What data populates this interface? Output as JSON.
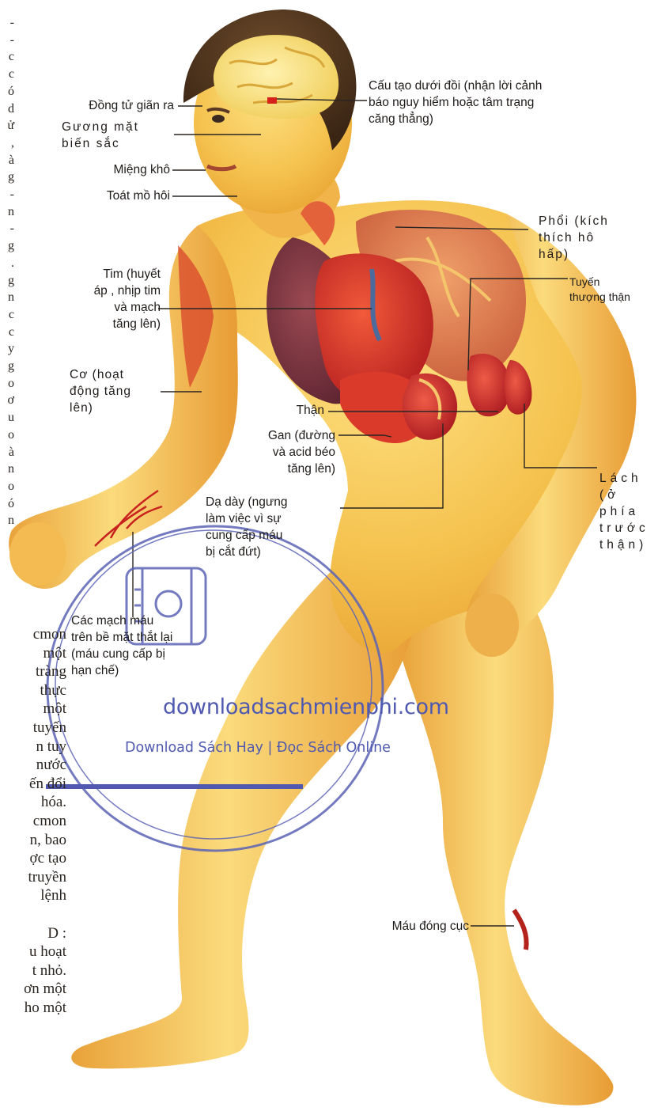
{
  "labels": {
    "pupils": "Đồng tử giãn ra",
    "face": "Gương mặt\nbiến sắc",
    "mouth": "Miệng khô",
    "sweat": "Toát mồ hôi",
    "hypothalamus": "Cấu tạo dưới đồi (nhận lời cảnh\nbáo nguy hiểm hoặc tâm trạng\ncăng thẳng)",
    "lungs": "Phổi (kích\nthích hô\nhấp)",
    "adrenal": "Tuyến\nthượng thận",
    "heart": "Tim (huyết\náp , nhịp tim\nvà mạch\ntăng lên)",
    "muscles": "Cơ (hoạt\nđộng tăng\nlên)",
    "kidney": "Thận",
    "liver": "Gan (đường\nvà acid béo\ntăng lên)",
    "stomach": "Dạ dày (ngưng\nlàm việc vì sự\ncung cấp máu\nbị cắt đứt)",
    "spleen": "Lách (ở\nphía\ntrước\nthận)",
    "vessels": "Các mạch máu\ntrên bề mặt thắt lại\n(máu cung cấp bị\nhạn chế)",
    "clot": "Máu đóng cục"
  },
  "background_text": {
    "edge_letters": "-\n-\nc\nc\nó\nd\nử\n,\nà\ng\n-\nn\n-\ng\n.\ng\nn\nc\nc\ny\ng\no\nơ\nu\no\nà\nn\no\nó\nn",
    "lines": "cmon\nmột\ntràng\nthực\nmột\ntuyến\nn tuy\nnước\nến đổi\nhóa.\ncmon\nn, bao\nợc tạo\ntruyền\nlệnh\n\nD :\nu hoạt\nt nhỏ.\nơn một\nho một"
  },
  "watermark": {
    "url": "downloadsachmienphi.com",
    "tagline": "Download Sách Hay | Đọc Sách Online"
  }
}
